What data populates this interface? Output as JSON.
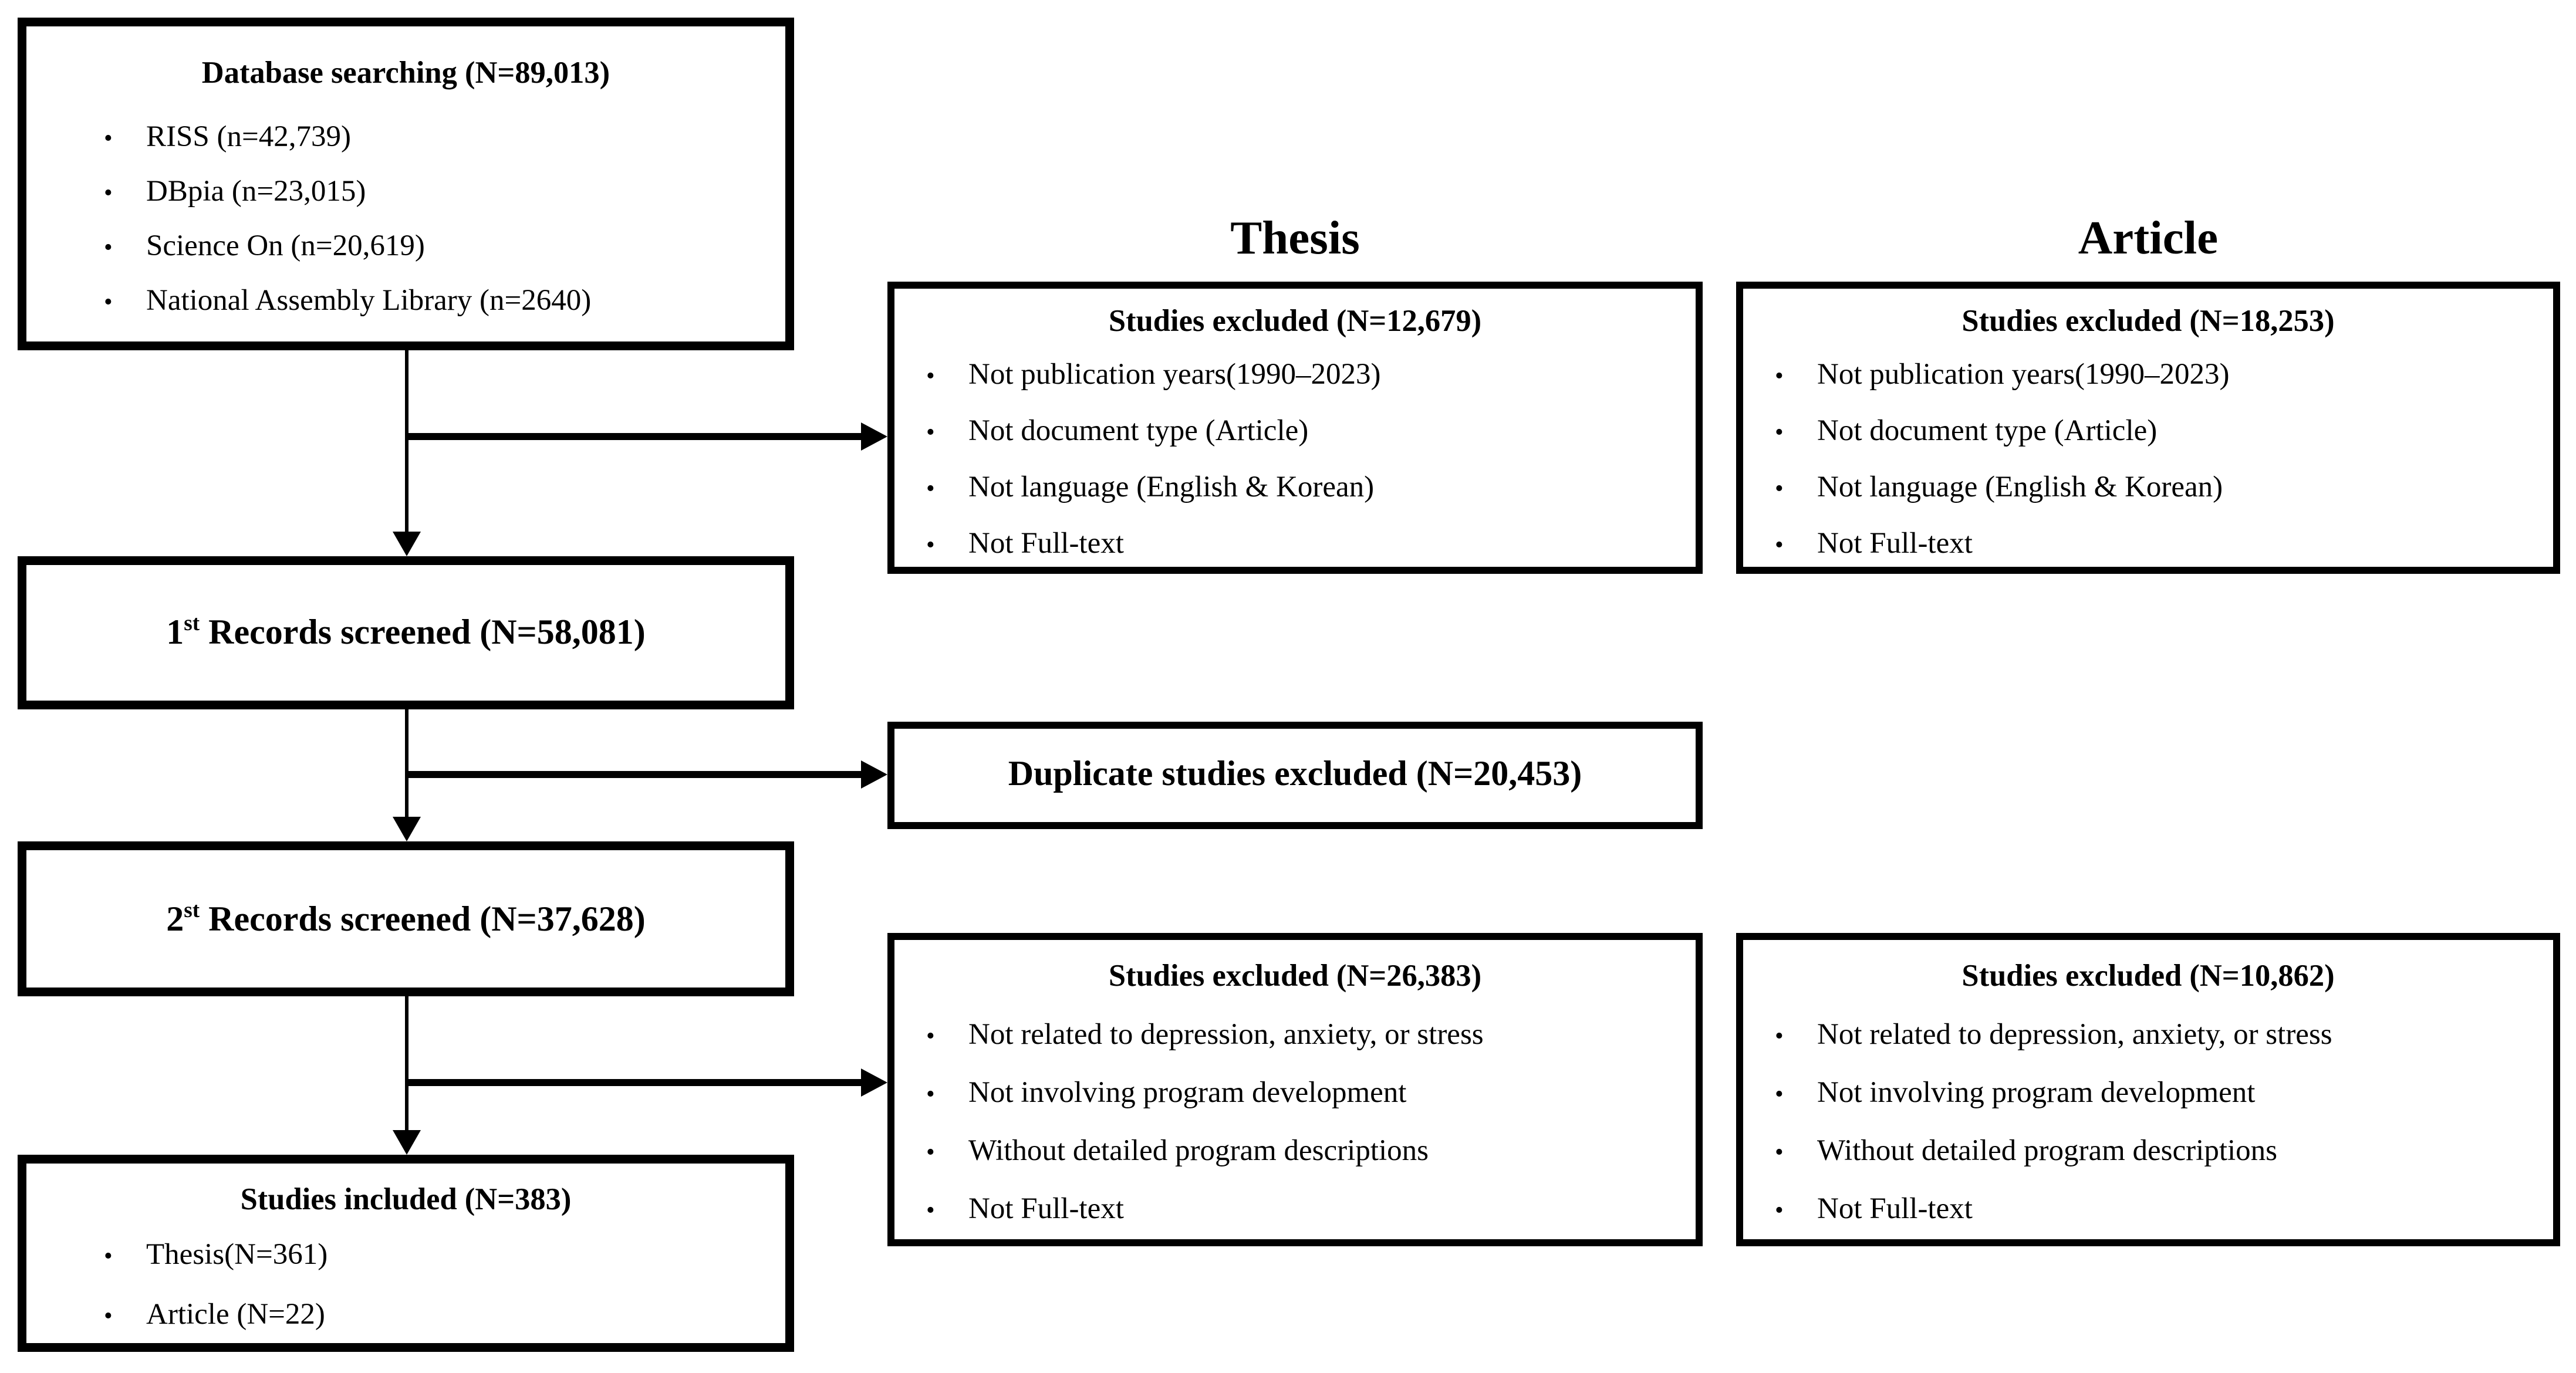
{
  "diagram": {
    "background": "#ffffff",
    "line_color": "#000000",
    "bullet_char": "•",
    "headers": {
      "thesis": "Thesis",
      "article": "Article"
    },
    "boxes": {
      "database": {
        "title": "Database searching (N=89,013)",
        "items": [
          "RISS (n=42,739)",
          "DBpia (n=23,015)",
          "Science On (n=20,619)",
          "National Assembly Library (n=2640)"
        ]
      },
      "screen1": {
        "prefix": "1",
        "sup": "st",
        "rest": " Records screened (N=58,081)"
      },
      "screen2": {
        "prefix": "2",
        "sup": "st",
        "rest": " Records screened (N=37,628)"
      },
      "duplicate": {
        "title": "Duplicate studies excluded (N=20,453)"
      },
      "excluded1_thesis": {
        "title": "Studies excluded (N=12,679)",
        "items": [
          "Not publication years(1990–2023)",
          "Not document type (Article)",
          "Not language (English & Korean)",
          "Not Full-text"
        ]
      },
      "excluded1_article": {
        "title": "Studies excluded (N=18,253)",
        "items": [
          "Not publication years(1990–2023)",
          "Not document type (Article)",
          "Not language (English & Korean)",
          "Not Full-text"
        ]
      },
      "excluded2_thesis": {
        "title": "Studies excluded (N=26,383)",
        "items": [
          "Not related to depression, anxiety, or stress",
          "Not involving program development",
          "Without detailed program descriptions",
          "Not Full-text"
        ]
      },
      "excluded2_article": {
        "title": "Studies excluded (N=10,862)",
        "items": [
          "Not related to depression, anxiety, or stress",
          "Not involving program development",
          "Without detailed program descriptions",
          "Not Full-text"
        ]
      },
      "included": {
        "title": "Studies included (N=383)",
        "items": [
          "Thesis(N=361)",
          "Article (N=22)"
        ]
      }
    }
  }
}
